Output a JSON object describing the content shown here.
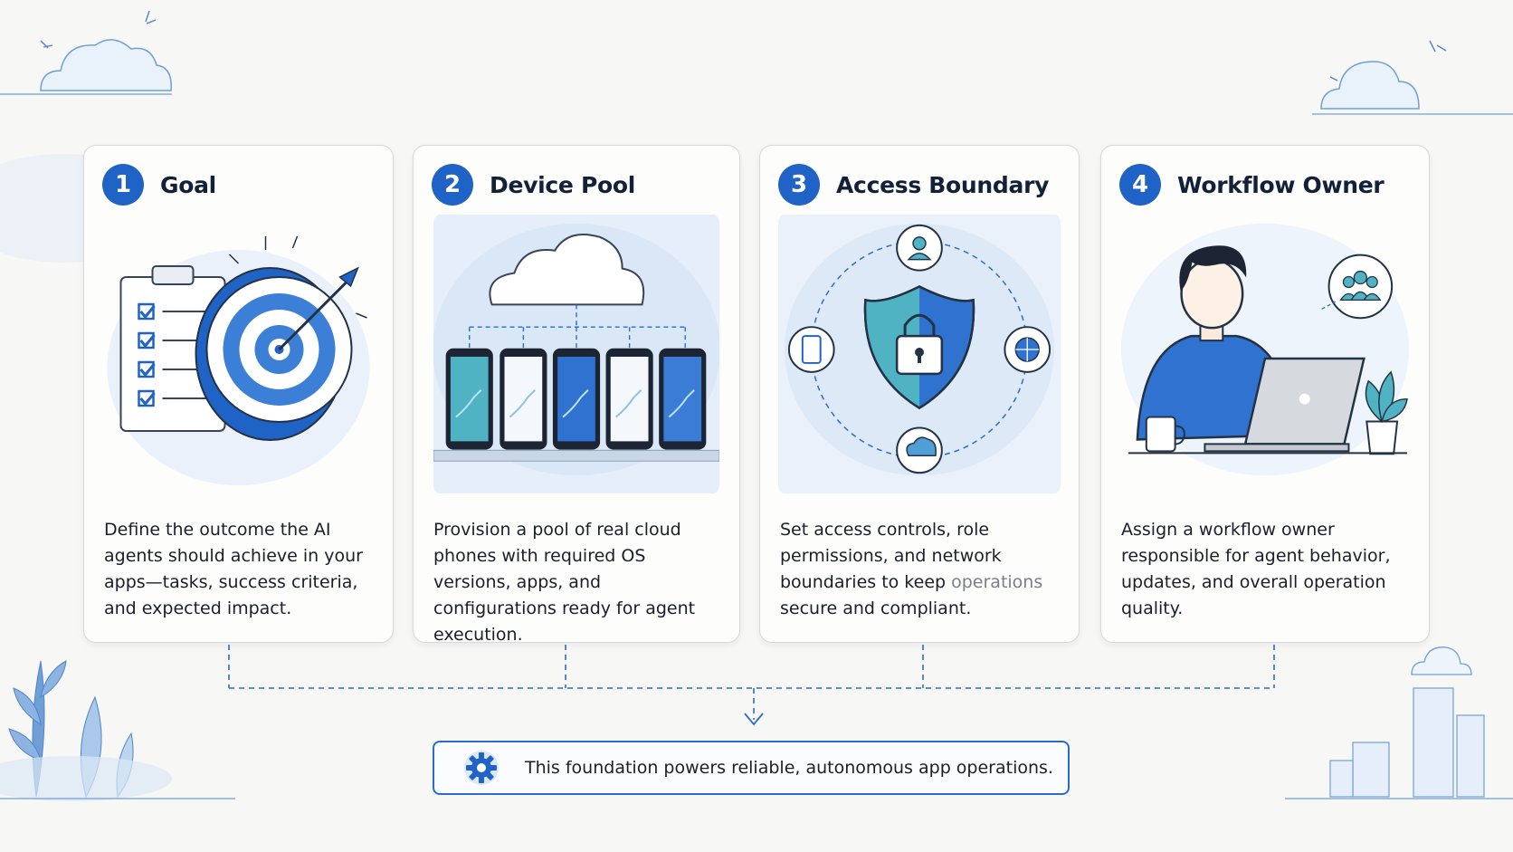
{
  "steps": [
    {
      "number": "1",
      "title": "Goal",
      "icon": "target-checklist-icon",
      "description": "Define the outcome the AI agents should achieve in your apps—tasks, success criteria, and expected impact."
    },
    {
      "number": "2",
      "title": "Device Pool",
      "icon": "cloud-phones-icon",
      "description": "Provision a pool of real cloud phones with required OS versions, apps, and configurations ready for agent execution."
    },
    {
      "number": "3",
      "title": "Access Boundary",
      "icon": "shield-lock-icon",
      "description_main": "Set access controls, role permissions, and network boundaries to keep ",
      "description_faded": "operations",
      "description_end": " secure and compliant."
    },
    {
      "number": "4",
      "title": "Workflow Owner",
      "icon": "person-laptop-icon",
      "description": "Assign a workflow owner responsible for agent behavior, updates, and overall operation quality."
    }
  ],
  "footer": {
    "icon": "gear-icon",
    "text": "This foundation powers reliable, autonomous app operations."
  },
  "colors": {
    "accent": "#1f63c6",
    "connector": "#2a6cc9",
    "background": "#f7f7f5"
  }
}
